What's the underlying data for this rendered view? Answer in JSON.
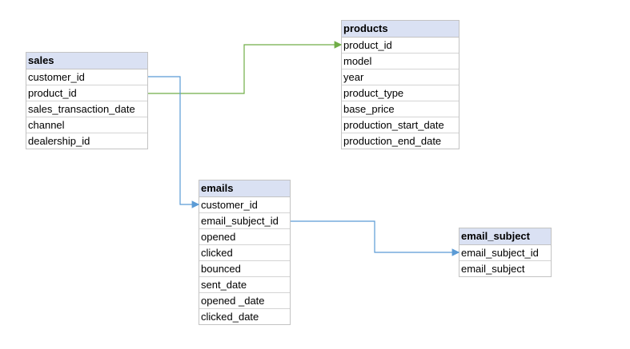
{
  "tables": {
    "sales": {
      "title": "sales",
      "fields": [
        "customer_id",
        "product_id",
        "sales_transaction_date",
        "channel",
        "dealership_id"
      ]
    },
    "products": {
      "title": "products",
      "fields": [
        "product_id",
        "model",
        "year",
        "product_type",
        "base_price",
        "production_start_date",
        "production_end_date"
      ]
    },
    "emails": {
      "title": "emails",
      "fields": [
        "customer_id",
        "email_subject_id",
        "opened",
        "clicked",
        "bounced",
        "sent_date",
        "opened _date",
        "clicked_date"
      ]
    },
    "email_subject": {
      "title": "email_subject",
      "fields": [
        "email_subject_id",
        "email_subject"
      ]
    }
  },
  "relationships": [
    {
      "from": "sales.product_id",
      "to": "products.product_id",
      "color": "#70ad47"
    },
    {
      "from": "sales.customer_id",
      "to": "emails.customer_id",
      "color": "#5b9bd5"
    },
    {
      "from": "emails.email_subject_id",
      "to": "email_subject.email_subject_id",
      "color": "#5b9bd5"
    }
  ]
}
